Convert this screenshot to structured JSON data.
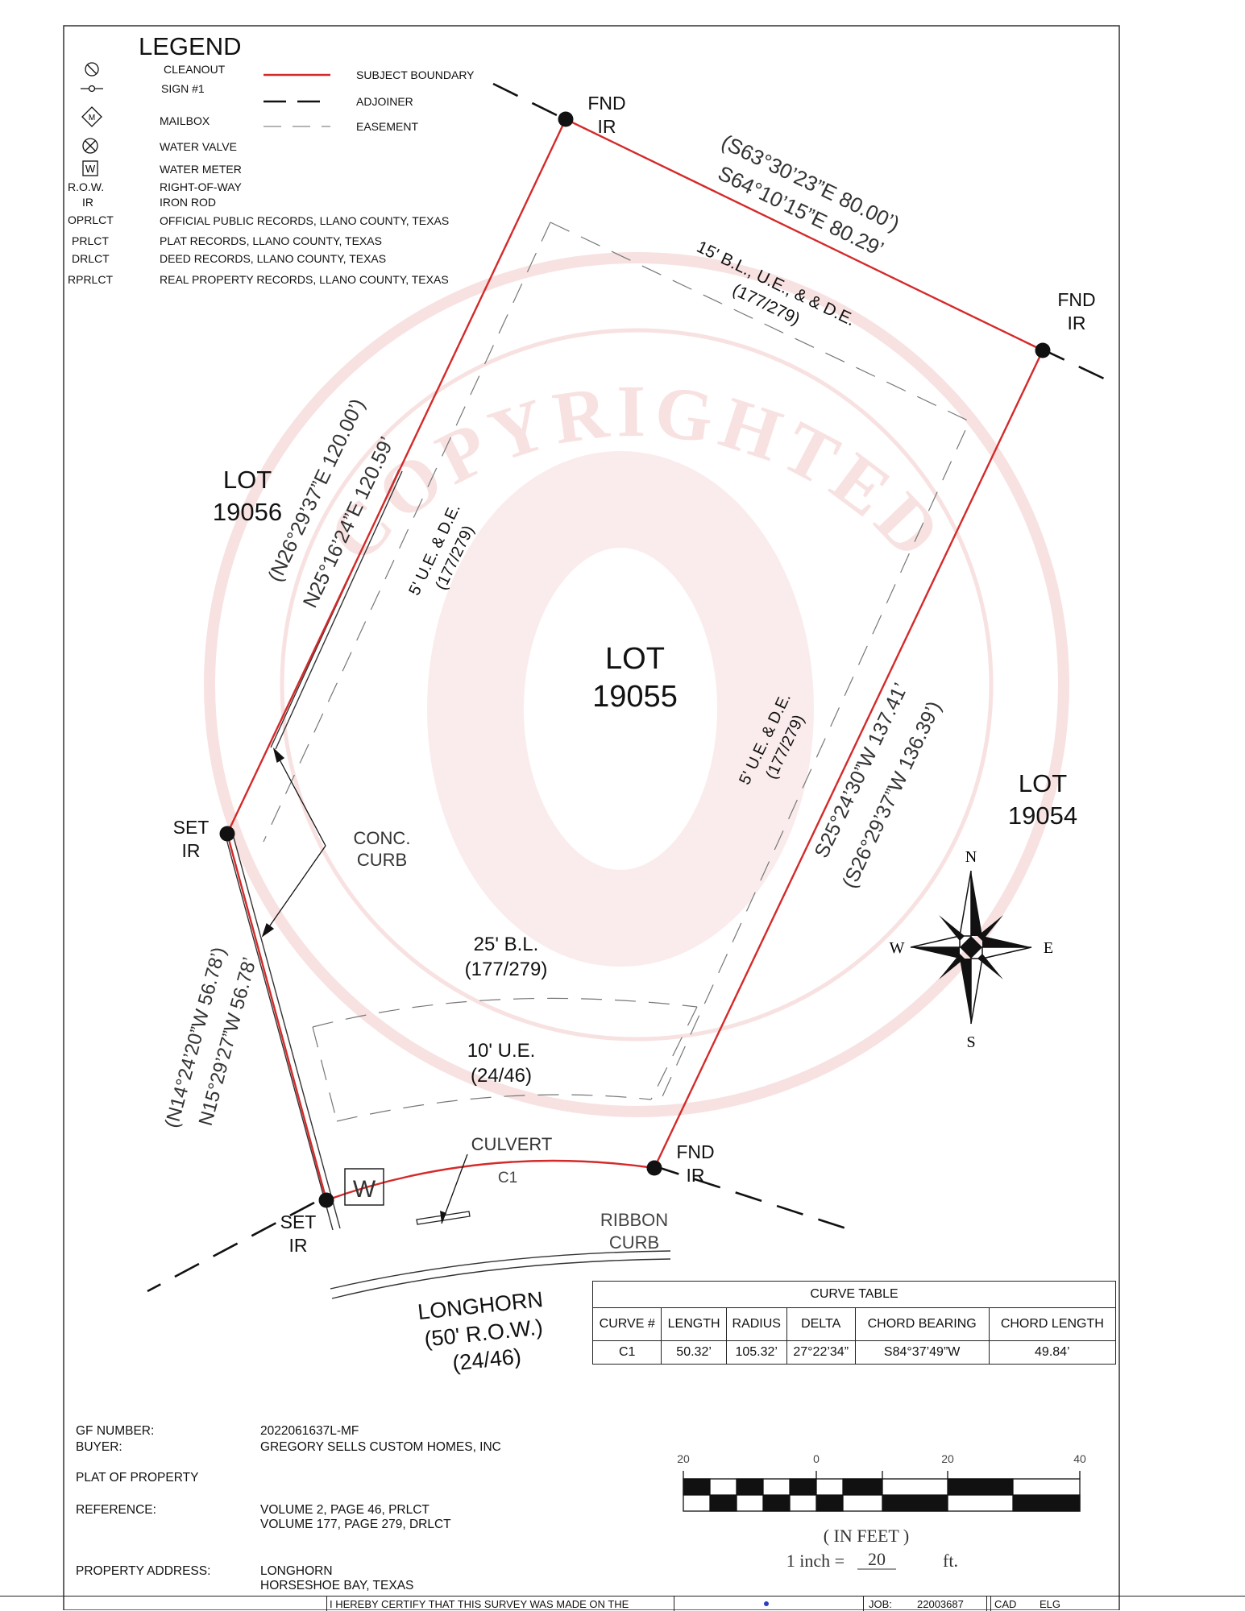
{
  "legend": {
    "title": "LEGEND",
    "items": [
      {
        "icon": "cleanout-icon",
        "label": "CLEANOUT"
      },
      {
        "icon": "sign-icon",
        "label": "SIGN #1"
      },
      {
        "icon": "mailbox-icon",
        "label": "MAILBOX"
      },
      {
        "icon": "water-valve-icon",
        "label": "WATER VALVE"
      },
      {
        "icon": "water-meter-icon",
        "icon_text": "W",
        "label": "WATER METER"
      }
    ],
    "line_types": [
      {
        "label": "SUBJECT BOUNDARY",
        "color": "#d42a2a"
      },
      {
        "label": "ADJOINER",
        "color": "#111111"
      },
      {
        "label": "EASEMENT",
        "color": "#888888"
      }
    ],
    "abbreviations": [
      {
        "abbr": "R.O.W.",
        "meaning": "RIGHT-OF-WAY"
      },
      {
        "abbr": "IR",
        "meaning": "IRON ROD"
      },
      {
        "abbr": "OPRLCT",
        "meaning": "OFFICIAL PUBLIC RECORDS, LLANO COUNTY, TEXAS"
      },
      {
        "abbr": "PRLCT",
        "meaning": "PLAT RECORDS, LLANO COUNTY, TEXAS"
      },
      {
        "abbr": "DRLCT",
        "meaning": "DEED RECORDS, LLANO COUNTY, TEXAS"
      },
      {
        "abbr": "RPRLCT",
        "meaning": "REAL PROPERTY RECORDS, LLANO COUNTY, TEXAS"
      }
    ]
  },
  "plat": {
    "monuments": {
      "fnd_ir_north": [
        "FND",
        "IR"
      ],
      "fnd_ir_east": [
        "FND",
        "IR"
      ],
      "set_ir_west": [
        "SET",
        "IR"
      ],
      "set_ir_south": [
        "SET",
        "IR"
      ],
      "fnd_ir_south": [
        "FND",
        "IR"
      ]
    },
    "bearings": {
      "north_record": "(S63°30’23”E 80.00’)",
      "north_measured": "S64°10’15”E 80.29’",
      "west_record": "(N26°29’37”E 120.00’)",
      "west_measured": "N25°16’24”E 120.59’",
      "east_measured": "S25°24’30”W 137.41’",
      "east_record": "(S26°29’37”W 136.39’)",
      "sw_record": "(N14°24’20”W 56.78’)",
      "sw_measured": "N15°29’27”W 56.78’"
    },
    "easements": {
      "north": [
        "15' B.L., U.E., & & D.E.",
        "(177/279)"
      ],
      "west": [
        "5' U.E. & D.E.",
        "(177/279)"
      ],
      "east": [
        "5' U.E. & D.E.",
        "(177/279)"
      ],
      "bl_25": [
        "25' B.L.",
        "(177/279)"
      ],
      "ue_10": [
        "10' U.E.",
        "(24/46)"
      ]
    },
    "lots": {
      "subject": [
        "LOT",
        "19055"
      ],
      "west": [
        "LOT",
        "19056"
      ],
      "east": [
        "LOT",
        "19054"
      ]
    },
    "features": {
      "conc_curb": [
        "CONC.",
        "CURB"
      ],
      "culvert": "CULVERT",
      "curve_label": "C1",
      "ribbon_curb": [
        "RIBBON",
        "CURB"
      ],
      "water_meter": "W"
    },
    "road": [
      "LONGHORN",
      "(50' R.O.W.)",
      "(24/46)"
    ],
    "watermark": "COPYRIGHTED",
    "compass": {
      "n": "N",
      "e": "E",
      "s": "S",
      "w": "W"
    }
  },
  "curve_table": {
    "title": "CURVE TABLE",
    "columns": [
      "CURVE #",
      "LENGTH",
      "RADIUS",
      "DELTA",
      "CHORD BEARING",
      "CHORD LENGTH"
    ],
    "rows": [
      [
        "C1",
        "50.32’",
        "105.32’",
        "27°22’34”",
        "S84°37’49”W",
        "49.84’"
      ]
    ]
  },
  "info": {
    "gf_number_label": "GF NUMBER:",
    "gf_number": "2022061637L-MF",
    "buyer_label": "BUYER:",
    "buyer": "GREGORY SELLS CUSTOM HOMES, INC",
    "plat_label": "PLAT OF PROPERTY",
    "reference_label": "REFERENCE:",
    "reference_1": "VOLUME 2, PAGE 46, PRLCT",
    "reference_2": "VOLUME 177, PAGE 279, DRLCT",
    "address_label": "PROPERTY ADDRESS:",
    "address_1": "LONGHORN",
    "address_2": "HORSESHOE BAY, TEXAS"
  },
  "scale": {
    "ticks": [
      "20",
      "0",
      "20",
      "40"
    ],
    "unit": "( IN FEET )",
    "ratio_prefix": "1 inch =",
    "ratio_value": "20",
    "ratio_unit": "ft."
  },
  "footer": {
    "certify": "I HEREBY CERTIFY THAT THIS SURVEY WAS MADE ON THE",
    "job_label": "JOB:",
    "job": "22003687",
    "cad_label": "CAD",
    "cad": "ELG"
  },
  "colors": {
    "boundary": "#d42a2a",
    "watermark": "#f3c9c9"
  }
}
